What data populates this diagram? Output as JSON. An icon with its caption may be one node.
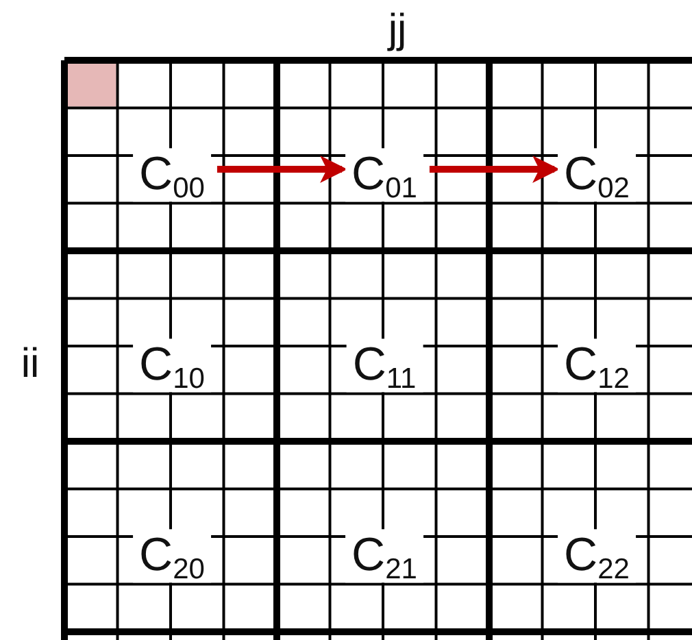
{
  "diagram": {
    "nodes": [
      {
        "text": [
          "C$_{00}$"
        ]
      },
      {
        "text": [
          "C$_{01}$"
        ]
      },
      {
        "text": [
          "C$_{02}$"
        ]
      },
      {
        "text": [
          "C$_{10}$"
        ]
      },
      {
        "text": [
          "C$_{11}$"
        ]
      },
      {
        "text": [
          "C$_{12}$"
        ]
      },
      {
        "text": [
          "C$_{20}$"
        ]
      },
      {
        "text": [
          "C$_{21}$"
        ]
      },
      {
        "text": [
          "C$_{22}$"
        ]
      }
    ],
    "edges": [
      {
        "from": 0,
        "to": 1,
        "arrow": "to"
      },
      {
        "from": 1,
        "to": 2,
        "arrow": "to"
      }
    ],
    "labels": [
      "jj",
      "ii"
    ]
  }
}
